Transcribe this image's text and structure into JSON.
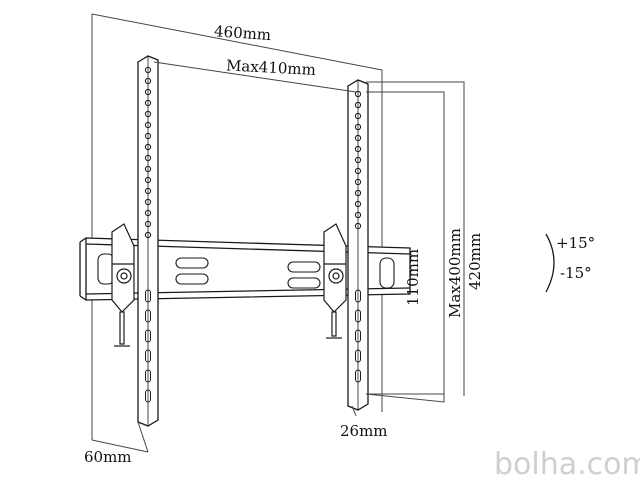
{
  "dimensions": {
    "overall_width": "460mm",
    "max_hole_spacing_horizontal": "Max410mm",
    "max_hole_spacing_vertical": "Max400mm",
    "overall_height": "420mm",
    "bracket_height": "110mm",
    "wall_depth": "60mm",
    "arm_depth": "26mm"
  },
  "tilt": {
    "up": "+15°",
    "down": "-15°"
  },
  "watermark": "bolha.com",
  "colors": {
    "line": "#1a1a1a",
    "thin_line": "#444444",
    "watermark": "#cfcfcf"
  }
}
